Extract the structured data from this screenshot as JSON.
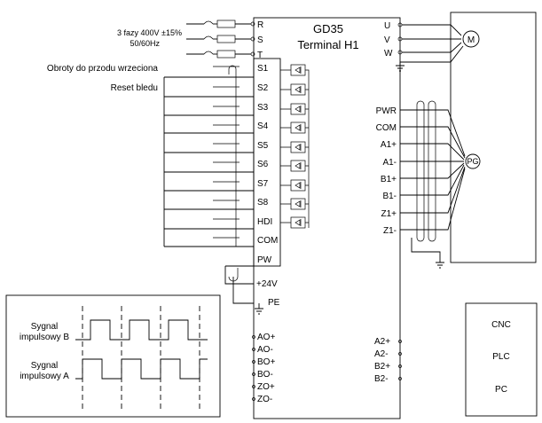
{
  "drive": {
    "model": "GD35",
    "subtitle": "Terminal H1"
  },
  "power": {
    "spec_line1": "3 fazy 400V ±15%",
    "spec_line2": "50/60Hz",
    "inputs": [
      "R",
      "S",
      "T"
    ]
  },
  "outputs": [
    "U",
    "V",
    "W"
  ],
  "motor_symbol": "M",
  "encoder_symbol": "PG",
  "annotations": {
    "forward": "Obroty do przodu wrzeciona",
    "reset": "Reset bledu"
  },
  "digital_inputs": [
    "S1",
    "S2",
    "S3",
    "S4",
    "S5",
    "S6",
    "S7",
    "S8",
    "HDI"
  ],
  "common_terminals": [
    "COM",
    "PW"
  ],
  "supply_terminals": [
    "+24V",
    "PE"
  ],
  "analog_outputs": [
    "AO+",
    "AO-",
    "BO+",
    "BO-",
    "ZO+",
    "ZO-"
  ],
  "encoder_terminals": [
    "PWR",
    "COM",
    "A1+",
    "A1-",
    "B1+",
    "B1-",
    "Z1+",
    "Z1-"
  ],
  "pulse_terminals": [
    "A2+",
    "A2-",
    "B2+",
    "B2-"
  ],
  "controllers": [
    "CNC",
    "PLC",
    "PC"
  ],
  "signals": {
    "b_line1": "Sygnal",
    "b_line2": "impulsowy B",
    "a_line1": "Sygnal",
    "a_line2": "impulsowy A"
  }
}
